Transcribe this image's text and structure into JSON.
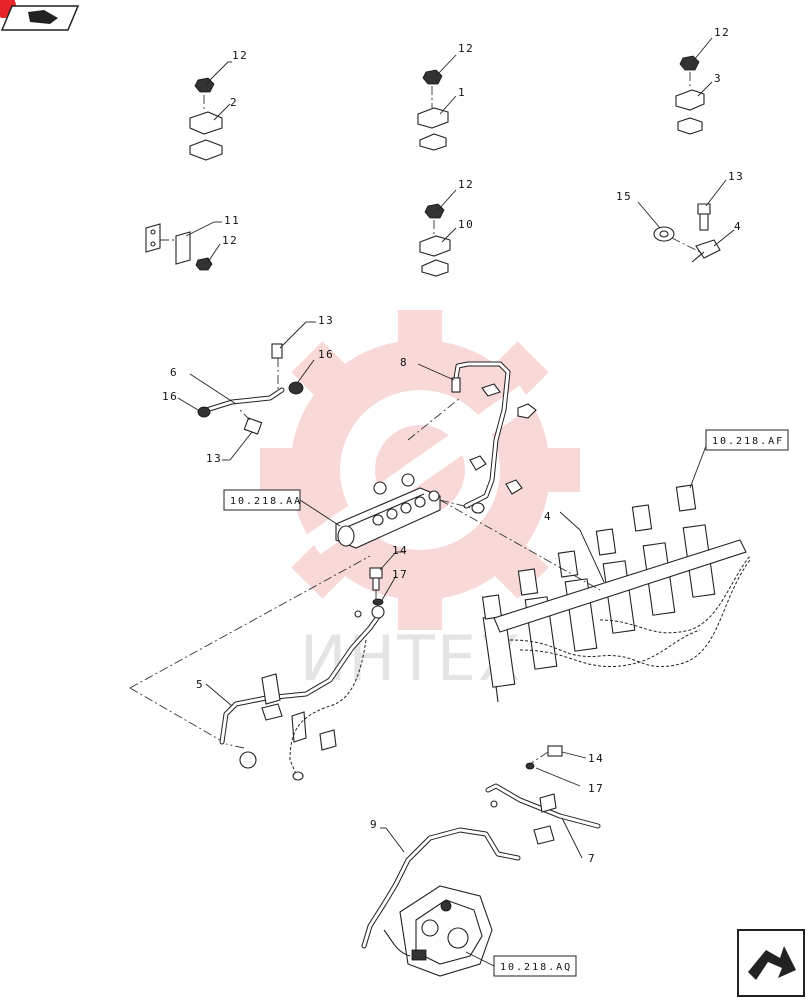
{
  "callouts": [
    {
      "id": "c12a",
      "text": "12"
    },
    {
      "id": "c2",
      "text": "2"
    },
    {
      "id": "c12b",
      "text": "12"
    },
    {
      "id": "c1",
      "text": "1"
    },
    {
      "id": "c12c",
      "text": "12"
    },
    {
      "id": "c3",
      "text": "3"
    },
    {
      "id": "c11",
      "text": "11"
    },
    {
      "id": "c12d",
      "text": "12"
    },
    {
      "id": "c12e",
      "text": "12"
    },
    {
      "id": "c10",
      "text": "10"
    },
    {
      "id": "c15",
      "text": "15"
    },
    {
      "id": "c13a",
      "text": "13"
    },
    {
      "id": "c4a",
      "text": "4"
    },
    {
      "id": "c13b",
      "text": "13"
    },
    {
      "id": "c16a",
      "text": "16"
    },
    {
      "id": "c6",
      "text": "6"
    },
    {
      "id": "c16b",
      "text": "16"
    },
    {
      "id": "c13c",
      "text": "13"
    },
    {
      "id": "c8",
      "text": "8"
    },
    {
      "id": "c4b",
      "text": "4"
    },
    {
      "id": "c14a",
      "text": "14"
    },
    {
      "id": "c17a",
      "text": "17"
    },
    {
      "id": "c5",
      "text": "5"
    },
    {
      "id": "c14b",
      "text": "14"
    },
    {
      "id": "c17b",
      "text": "17"
    },
    {
      "id": "c7",
      "text": "7"
    },
    {
      "id": "c9",
      "text": "9"
    }
  ],
  "references": {
    "af": "10.218.AF",
    "aa": "10.218.AA",
    "aq": "10.218.AQ"
  },
  "watermark": "ИНТЕХ",
  "colors": {
    "logo_red": "#e8232a",
    "watermark_red": "#f3a9ab",
    "line": "#222222"
  },
  "icons": {
    "top_left": "folded-sheet-icon",
    "bottom_right": "next-page-arrow-icon"
  }
}
